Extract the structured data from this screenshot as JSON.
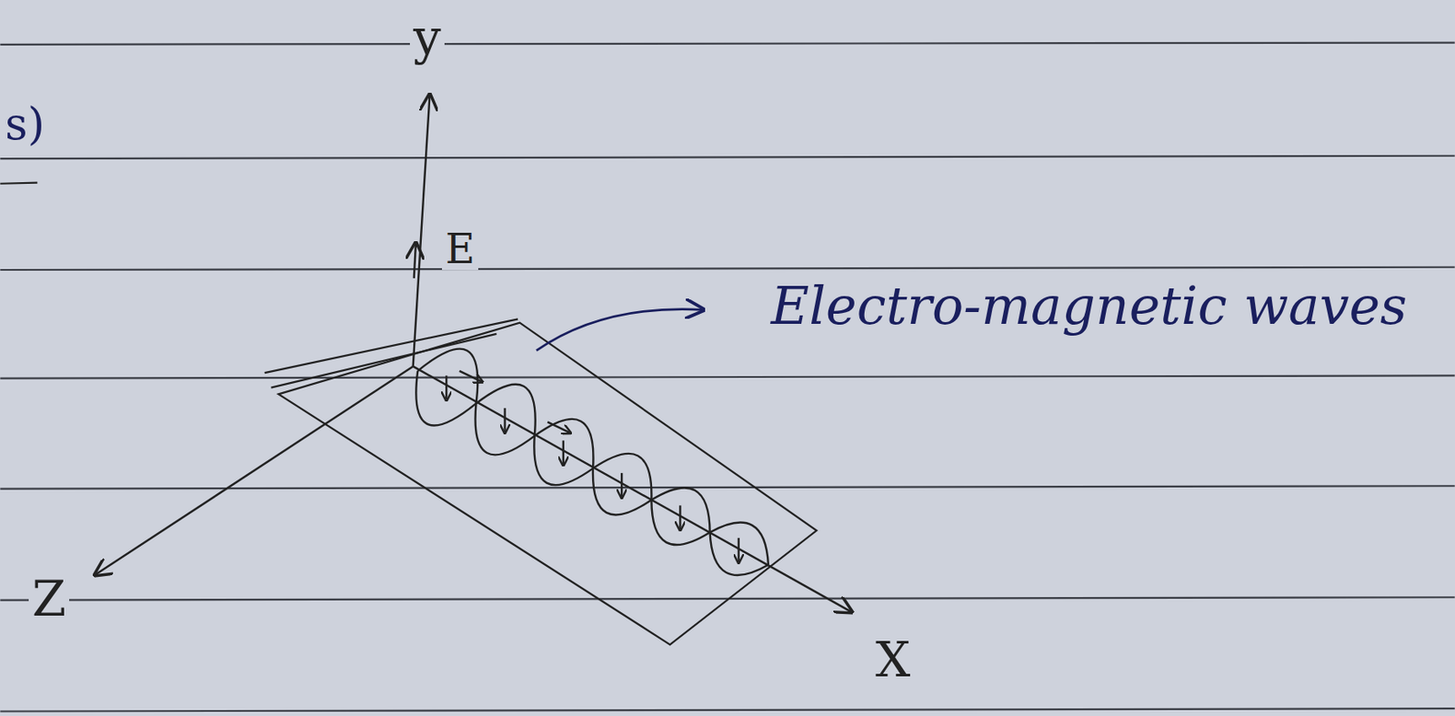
{
  "diagram": {
    "labels": [
      "s)",
      "y",
      "E",
      "Electro-magnetic waves",
      "Z",
      "X"
    ]
  }
}
